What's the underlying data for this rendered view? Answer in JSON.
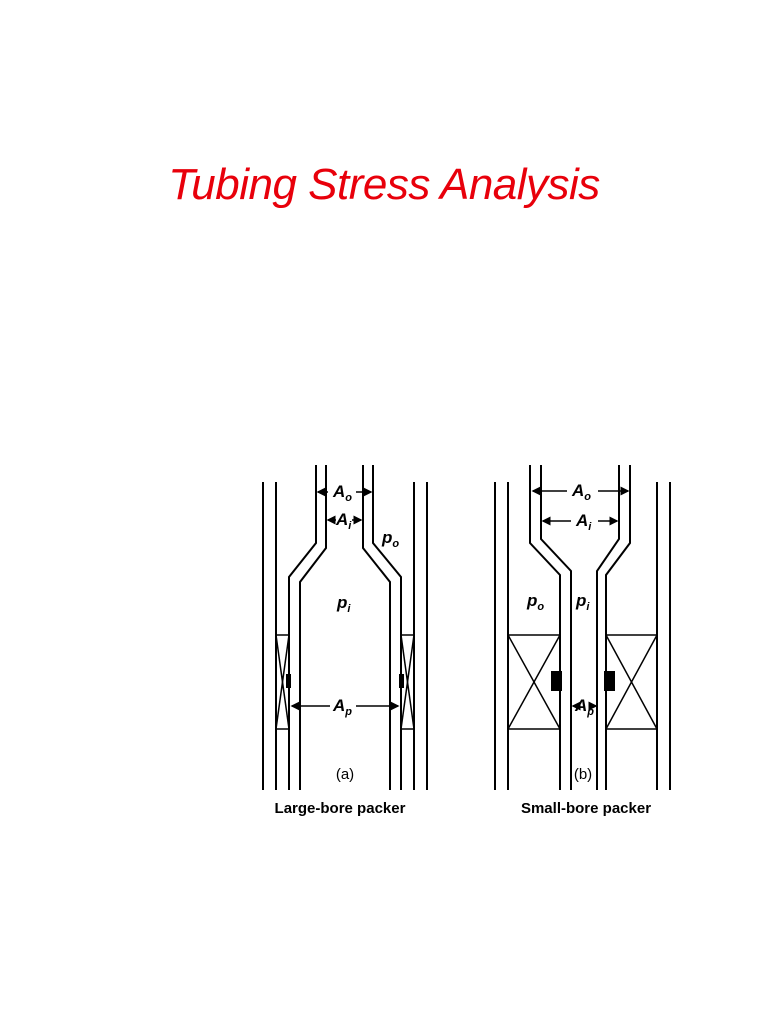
{
  "title": "Tubing Stress Analysis",
  "colors": {
    "title": "#e8000b",
    "ink": "#000000",
    "background": "#ffffff"
  },
  "diagram_a": {
    "label_ao": "A",
    "label_ao_sub": "o",
    "label_ai": "A",
    "label_ai_sub": "i",
    "label_po": "p",
    "label_po_sub": "o",
    "label_pi": "p",
    "label_pi_sub": "i",
    "label_ap": "A",
    "label_ap_sub": "p",
    "caption": "(a)",
    "footer": "Large-bore packer"
  },
  "diagram_b": {
    "label_ao": "A",
    "label_ao_sub": "o",
    "label_ai": "A",
    "label_ai_sub": "i",
    "label_po": "p",
    "label_po_sub": "o",
    "label_pi": "p",
    "label_pi_sub": "i",
    "label_ap": "A",
    "label_ap_sub": "p",
    "caption": "(b)",
    "footer": "Small-bore packer"
  }
}
